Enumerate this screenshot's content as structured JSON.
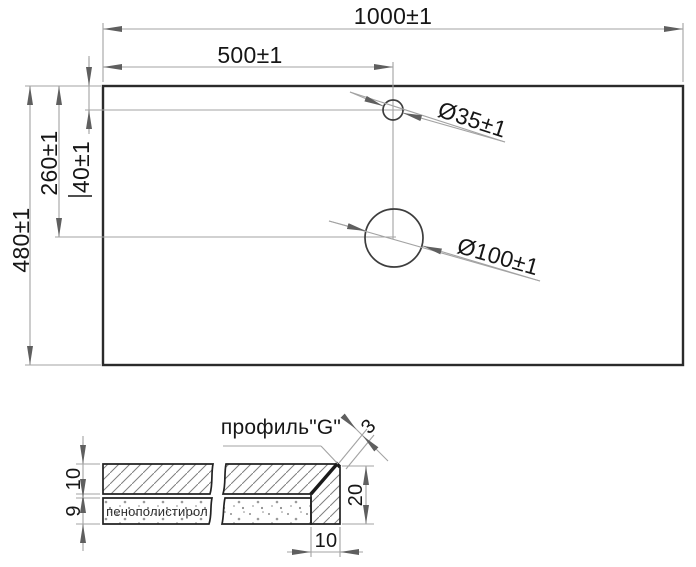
{
  "drawing": {
    "top_view": {
      "dim_width_label": "1000±1",
      "dim_hole_offset_label": "500±1",
      "dim_height_label": "480±1",
      "dim_large_hole_y_label": "260±1",
      "dim_small_hole_y_label": "40±1",
      "small_hole_label": "Ø35±1",
      "large_hole_label": "Ø100±1"
    },
    "section_view": {
      "profile_leader_label": "профиль\"G\"",
      "foam_material_label": "пенополистирол",
      "dim_top_layer_label": "10",
      "dim_foam_layer_label": "9",
      "dim_profile_height_label": "20",
      "dim_profile_foot_label": "10",
      "dim_profile_thickness_label": "3"
    },
    "colors": {
      "outline": "#2b2b2b",
      "thin_line": "#a3a3a3",
      "arrow": "#5f5f5f",
      "text": "#161616",
      "background": "#ffffff"
    }
  }
}
